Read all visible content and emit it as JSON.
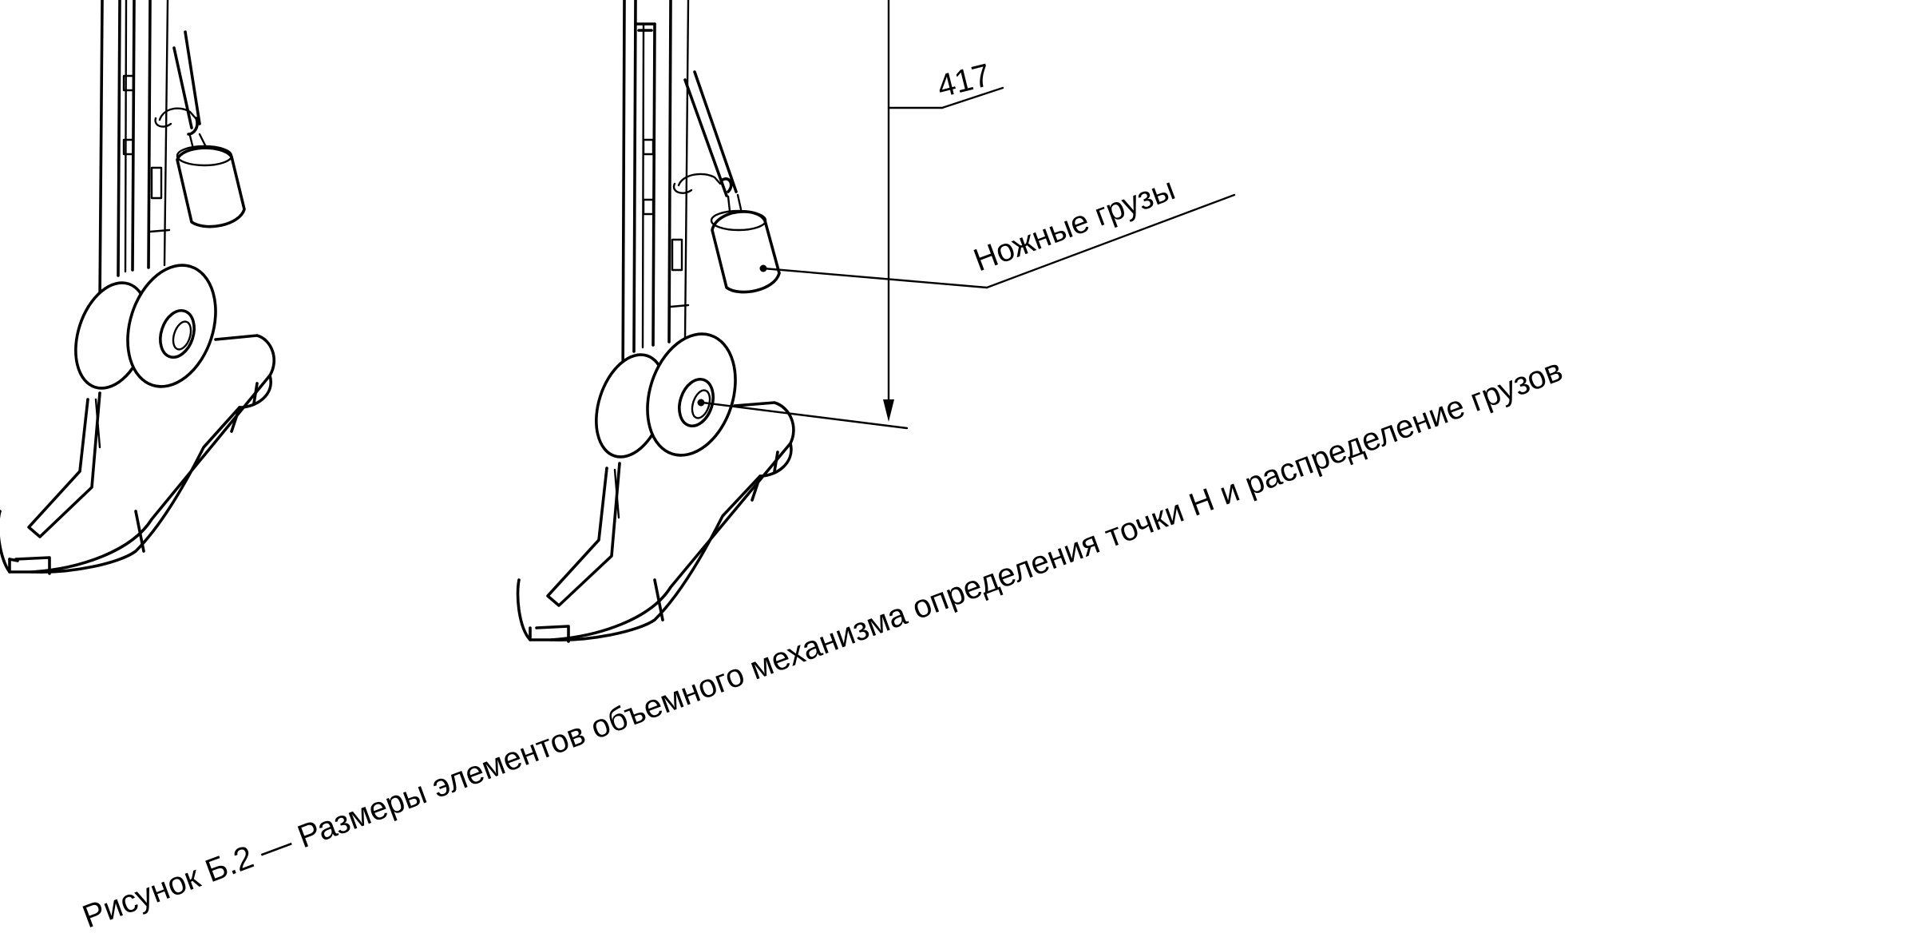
{
  "dimension": {
    "value": "417"
  },
  "callout": {
    "label": "Ножные грузы"
  },
  "caption": {
    "text": "Рисунок Б.2 — Размеры элементов объемного механизма определения точки H и распределение грузов"
  },
  "colors": {
    "ink": "#000000",
    "background": "#ffffff"
  }
}
